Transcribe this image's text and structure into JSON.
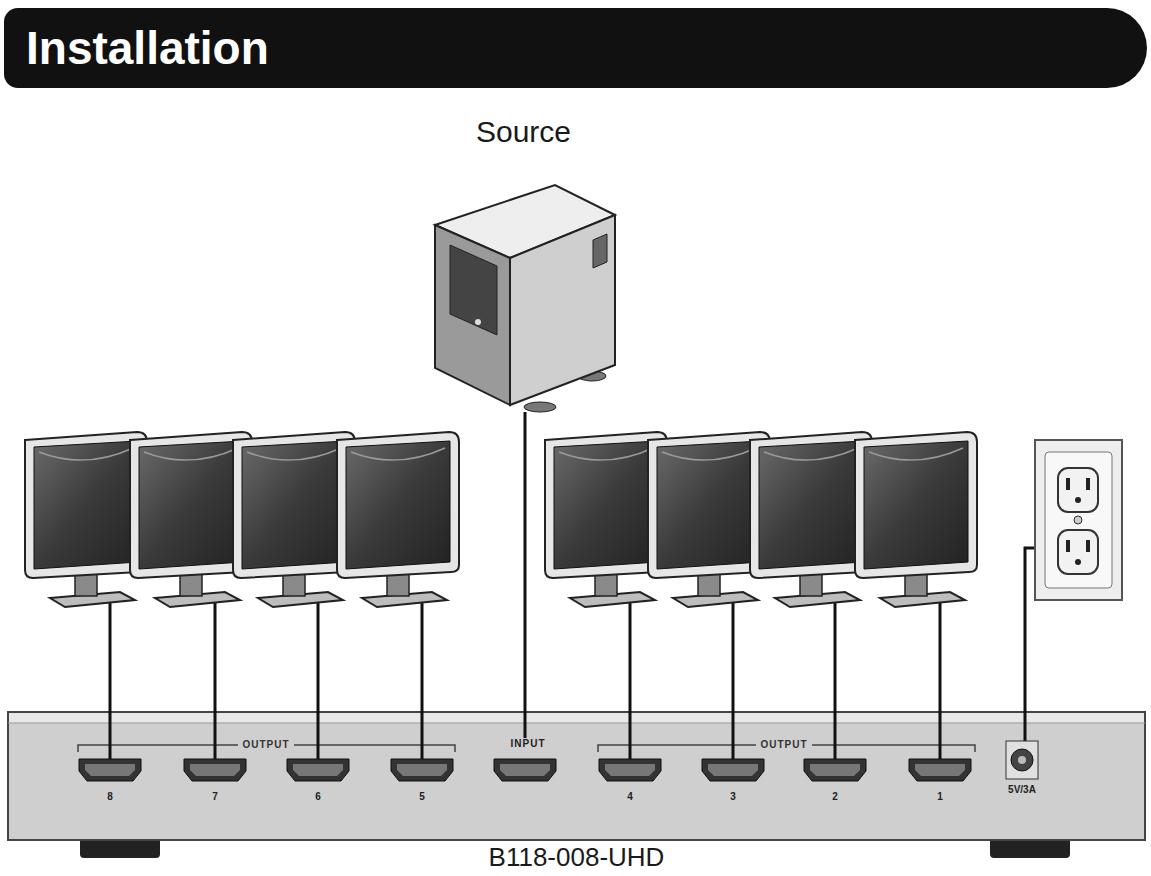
{
  "diagram": {
    "title": "Installation",
    "nodes": [
      {
        "text": [
          "Source"
        ]
      },
      {
        "text": [
          "B118-008-UHD"
        ]
      },
      {
        "text": [
          "8"
        ],
        "in": 1
      },
      {
        "text": [
          "7"
        ],
        "in": 1
      },
      {
        "text": [
          "6"
        ],
        "in": 1
      },
      {
        "text": [
          "5"
        ],
        "in": 1
      },
      {
        "text": [
          "INPUT"
        ],
        "in": 1
      },
      {
        "text": [
          "4"
        ],
        "in": 1
      },
      {
        "text": [
          "3"
        ],
        "in": 1
      },
      {
        "text": [
          "2"
        ],
        "in": 1
      },
      {
        "text": [
          "1"
        ],
        "in": 1
      },
      {
        "text": [
          "5V/3A"
        ],
        "in": 1
      }
    ],
    "edges": [
      {
        "from": 0,
        "to": 6,
        "arrow": "none"
      }
    ],
    "labels": [
      "OUTPUT",
      "OUTPUT"
    ]
  }
}
